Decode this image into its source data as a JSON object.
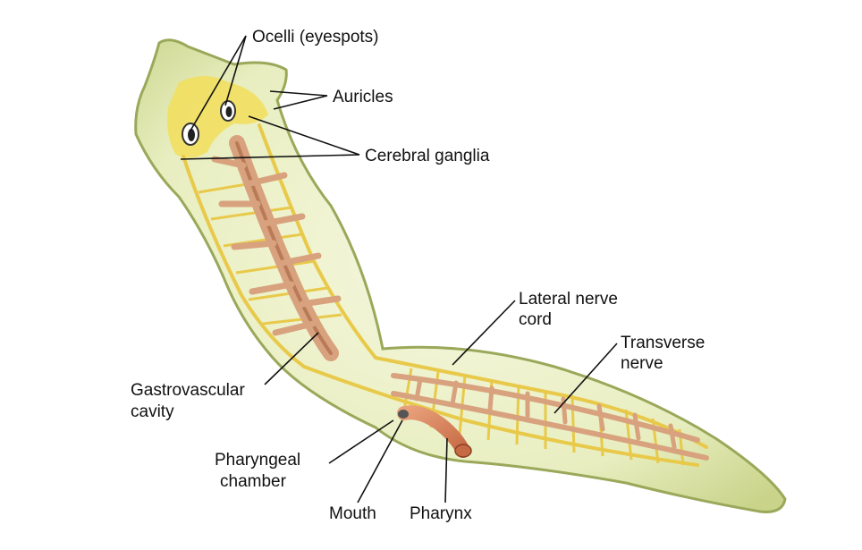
{
  "labels": {
    "ocelli": "Ocelli (eyespots)",
    "auricles": "Auricles",
    "cerebral_ganglia": "Cerebral ganglia",
    "lateral_nerve_cord_1": "Lateral nerve",
    "lateral_nerve_cord_2": "cord",
    "transverse_nerve_1": "Transverse",
    "transverse_nerve_2": "nerve",
    "gastrovascular_1": "Gastrovascular",
    "gastrovascular_2": "cavity",
    "pharyngeal_1": "Pharyngeal",
    "pharyngeal_2": "chamber",
    "mouth": "Mouth",
    "pharynx": "Pharynx"
  },
  "colors": {
    "body_fill": "#e9efc4",
    "body_edge": "#9aa85a",
    "nerve": "#e8c94a",
    "ganglia": "#f2de5a",
    "gut": "#d8a27e",
    "gut_dark": "#b97a58",
    "pharynx": "#d7815a"
  }
}
